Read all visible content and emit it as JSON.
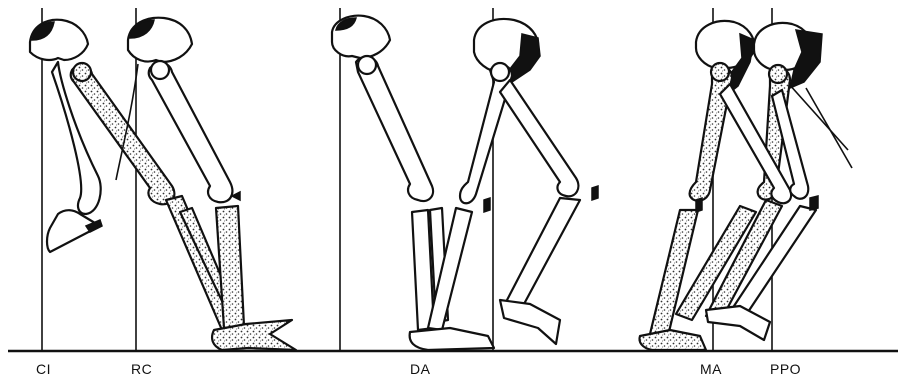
{
  "labels": {
    "ci": "CI",
    "rc": "RC",
    "da": "DA",
    "ma": "MA",
    "ppo": "PPO"
  },
  "colors": {
    "ink": "#111111",
    "paper": "#ffffff"
  }
}
